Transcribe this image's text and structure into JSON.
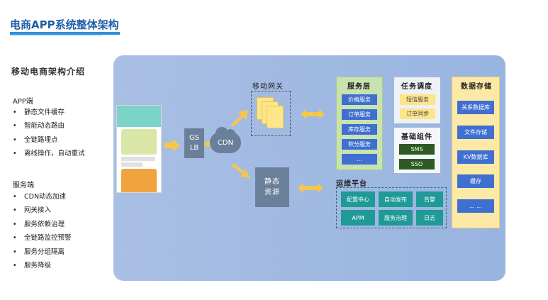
{
  "header": {
    "title": "电商APP系统整体架构"
  },
  "left": {
    "heading": "移动电商架构介绍",
    "app_group": {
      "title": "APP端",
      "items": [
        "静态文件缓存",
        "智能动态路由",
        "全链路埋点",
        "离线操作，自动重试"
      ]
    },
    "server_group": {
      "title": "服务端",
      "items": [
        "CDN动态加速",
        "网关接入",
        "服务依赖治理",
        "全链路监控预警",
        "服务分组隔离",
        "服务降级"
      ]
    }
  },
  "diagram": {
    "gslb_line1": "GS",
    "gslb_line2": "LB",
    "cdn": "CDN",
    "gateway_label": "移动网关",
    "static_line1": "静态",
    "static_line2": "资源",
    "service_layer": {
      "title": "服务层",
      "items": [
        "价格服务",
        "订单服务",
        "库存服务",
        "积分服务",
        "..."
      ]
    },
    "task_schedule": {
      "title": "任务调度",
      "items": [
        "短信服务",
        "订单同步"
      ]
    },
    "base_components": {
      "title": "基础组件",
      "items": [
        "SMS",
        "SSO"
      ]
    },
    "data_storage": {
      "title": "数据存储",
      "items": [
        "关系数据库",
        "文件存储",
        "KV数据库",
        "缓存",
        "... ..."
      ]
    },
    "ops_platform": {
      "title": "运维平台",
      "items": [
        "配置中心",
        "自动发布",
        "告警",
        "APM",
        "服务治理",
        "日志"
      ]
    },
    "colors": {
      "arrow": "#f7c64a",
      "board": "#a9bfe4",
      "service_btn": "#3f6fd0",
      "ops_btn": "#1f9a96"
    }
  }
}
